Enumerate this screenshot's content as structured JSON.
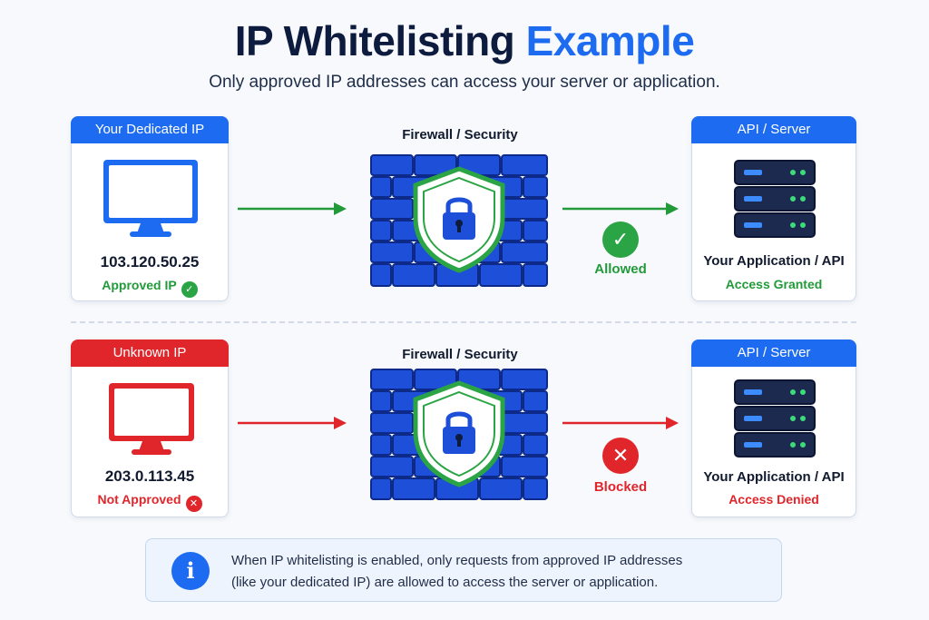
{
  "header": {
    "title_main": "IP Whitelisting",
    "title_accent": "Example",
    "subtitle": "Only approved IP addresses can access your server or application."
  },
  "rows": [
    {
      "source": {
        "tab": "Your Dedicated IP",
        "ip": "103.120.50.25",
        "status": "Approved IP",
        "status_icon": "check-icon",
        "color": "#1d6bf0"
      },
      "firewall": {
        "label": "Firewall / Security"
      },
      "result": {
        "label": "Allowed",
        "icon": "check-circle-icon",
        "color": "#229a3a"
      },
      "server": {
        "tab": "API / Server",
        "app_label": "Your Application / API",
        "access": "Access Granted"
      }
    },
    {
      "source": {
        "tab": "Unknown IP",
        "ip": "203.0.113.45",
        "status": "Not Approved",
        "status_icon": "x-icon",
        "color": "#e0262b"
      },
      "firewall": {
        "label": "Firewall / Security"
      },
      "result": {
        "label": "Blocked",
        "icon": "x-circle-icon",
        "color": "#e0262b"
      },
      "server": {
        "tab": "API / Server",
        "app_label": "Your Application / API",
        "access": "Access Denied"
      }
    }
  ],
  "info": {
    "icon": "info-icon",
    "text_line1": "When IP whitelisting is enabled, only requests from approved IP addresses",
    "text_line2": "(like your dedicated IP) are allowed to access the server or application."
  }
}
